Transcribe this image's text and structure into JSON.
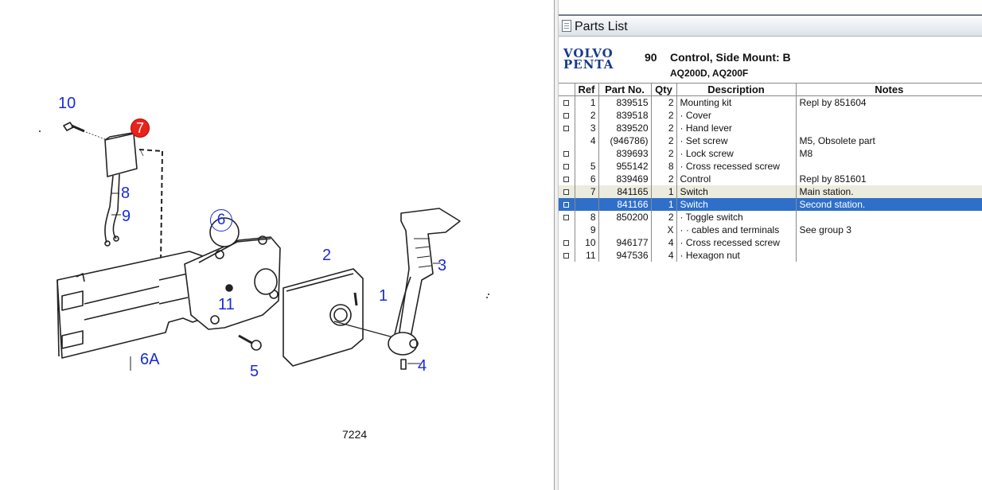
{
  "diagram": {
    "drawing_number": "7224",
    "callouts": {
      "c1": "1",
      "c2": "2",
      "c3": "3",
      "c4": "4",
      "c5": "5",
      "c6": "6",
      "c6a": "6A",
      "c7": "7",
      "c8": "8",
      "c9": "9",
      "c10": "10",
      "c11": "11"
    },
    "selected_callout": "7"
  },
  "parts_panel": {
    "title": "Parts List",
    "brand": {
      "line1": "VOLVO",
      "line2": "PENTA"
    },
    "section_number": "90",
    "section_title": "Control, Side Mount: B",
    "section_subtitle": "AQ200D, AQ200F",
    "columns": [
      "Ref",
      "Part No.",
      "Qty",
      "Description",
      "Notes"
    ],
    "rows": [
      {
        "check": true,
        "ref": "1",
        "part": "839515",
        "qty": "2",
        "desc": "Mounting kit",
        "notes": "Repl by 851604"
      },
      {
        "check": true,
        "ref": "2",
        "part": "839518",
        "qty": "2",
        "desc": "· Cover",
        "notes": ""
      },
      {
        "check": true,
        "ref": "3",
        "part": "839520",
        "qty": "2",
        "desc": "· Hand lever",
        "notes": ""
      },
      {
        "check": false,
        "ref": "4",
        "part": "(946786)",
        "qty": "2",
        "desc": "· Set screw",
        "notes": "M5, Obsolete part"
      },
      {
        "check": true,
        "ref": "",
        "part": "839693",
        "qty": "2",
        "desc": "· Lock screw",
        "notes": "M8"
      },
      {
        "check": true,
        "ref": "5",
        "part": "955142",
        "qty": "8",
        "desc": "· Cross recessed screw",
        "notes": ""
      },
      {
        "check": true,
        "ref": "6",
        "part": "839469",
        "qty": "2",
        "desc": "Control",
        "notes": "Repl by 851601"
      },
      {
        "check": true,
        "ref": "7",
        "part": "841165",
        "qty": "1",
        "desc": "Switch",
        "notes": "Main station."
      },
      {
        "check": true,
        "ref": "",
        "part": "841166",
        "qty": "1",
        "desc": "Switch",
        "notes": "Second station."
      },
      {
        "check": true,
        "ref": "8",
        "part": "850200",
        "qty": "2",
        "desc": "· Toggle switch",
        "notes": ""
      },
      {
        "check": false,
        "ref": "9",
        "part": "",
        "qty": "X",
        "desc": "· · cables and terminals",
        "notes": "See group 3"
      },
      {
        "check": true,
        "ref": "10",
        "part": "946177",
        "qty": "4",
        "desc": "· Cross recessed screw",
        "notes": ""
      },
      {
        "check": true,
        "ref": "11",
        "part": "947536",
        "qty": "4",
        "desc": "· Hexagon nut",
        "notes": ""
      }
    ],
    "highlighted_row": 7,
    "selected_row": 8
  },
  "colors": {
    "callout": "#1a2bd6",
    "selected_callout": "#e8231c",
    "selection": "#2f6fc9",
    "highlight": "#ececde",
    "brand": "#183a8c"
  },
  "icons": {
    "title_icon": "document-icon",
    "row_marker": "checkbox-icon"
  }
}
